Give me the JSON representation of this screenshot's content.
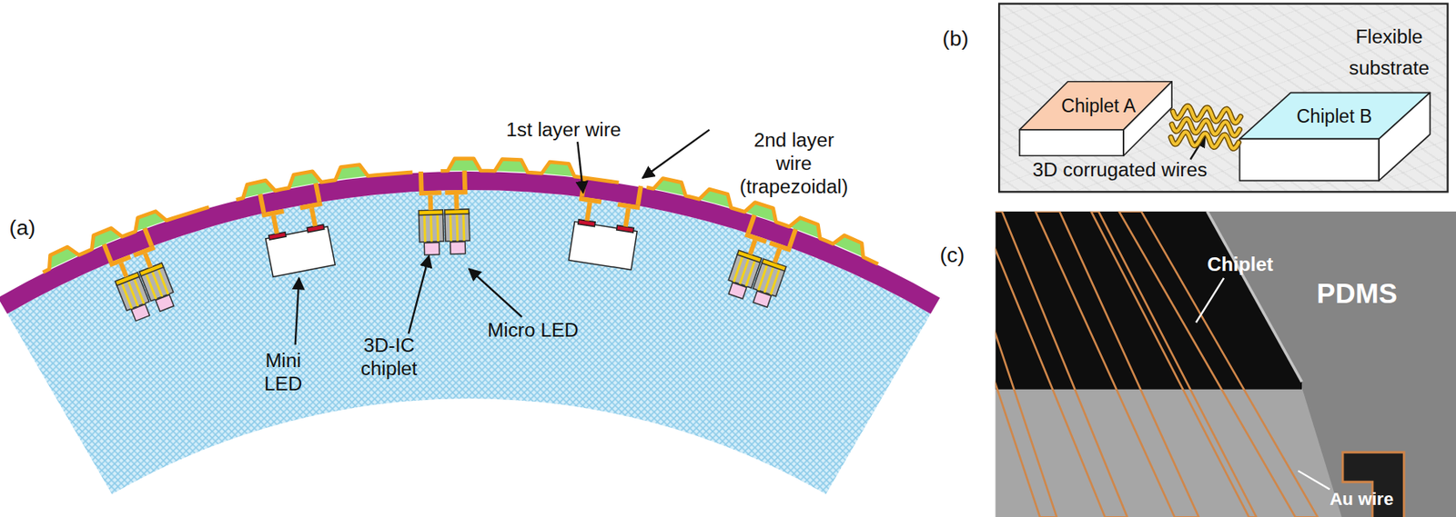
{
  "diagram": {
    "nodes": [
      {
        "text": [
          "Flexible substrate"
        ]
      },
      {
        "text": [
          "Chiplet A"
        ],
        "in": 0
      },
      {
        "text": [
          "Chiplet B"
        ],
        "in": 0
      }
    ],
    "edges": [
      {
        "from": 1,
        "to": 2,
        "arrow": "none"
      }
    ],
    "labels": [
      "(a)",
      "1st layer wire",
      "2nd layer wire (trapezoidal)",
      "Mini LED",
      "3D-IC chiplet",
      "Micro LED",
      "(b)",
      "3D corrugated wires",
      "(c)",
      "Chiplet",
      "PDMS",
      "Au wire"
    ]
  }
}
